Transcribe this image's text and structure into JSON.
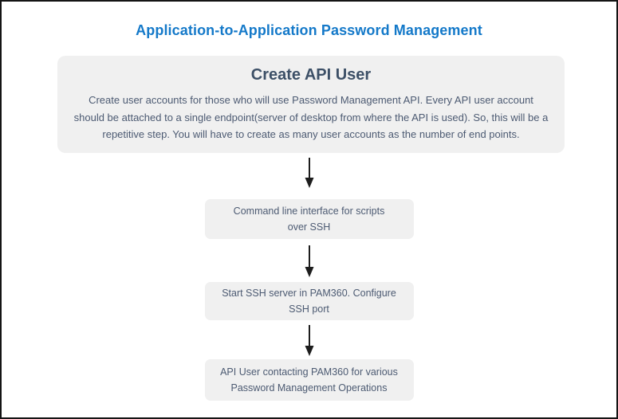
{
  "header": {
    "title": "Application-to-Application Password Management"
  },
  "flow": {
    "main_step": {
      "heading": "Create API User",
      "description_lines": [
        "Create user accounts for those who will use Password Management API. Every API user account",
        "should be attached to a single endpoint(server of desktop from where the API is used). So, this will be a",
        "repetitive step. You will have to create as many user accounts as the number of end points."
      ]
    },
    "steps": [
      {
        "lines": [
          "Command line interface for scripts",
          "over SSH"
        ]
      },
      {
        "lines": [
          "Start SSH server in PAM360. Configure",
          "SSH port"
        ]
      },
      {
        "lines": [
          "API User contacting PAM360 for various",
          "Password Management Operations"
        ]
      }
    ]
  },
  "colors": {
    "title": "#1479c9",
    "heading_text": "#3d5067",
    "body_text": "#4c5a72",
    "box_bg": "#f0f0f0",
    "arrow": "#1d1d1d"
  }
}
